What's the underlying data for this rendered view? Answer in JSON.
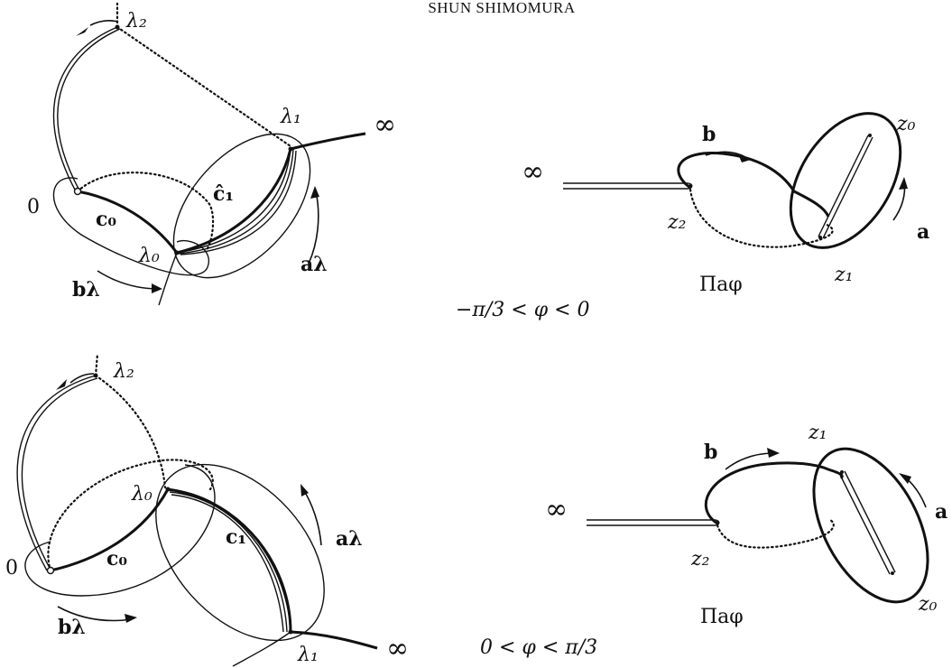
{
  "header": {
    "running_head": "SHUN SHIMOMURA"
  },
  "top_panel": {
    "left": {
      "label_lambda2": "λ₂",
      "label_lambda1": "λ₁",
      "label_lambda0": "λ₀",
      "label_zero": "0",
      "label_infinity": "∞",
      "label_c0": "c₀",
      "label_c1hat": "ĉ₁",
      "label_a_lambda": "aλ",
      "label_b_lambda": "bλ"
    },
    "right": {
      "label_infinity": "∞",
      "label_b": "b",
      "label_a": "a",
      "label_z0": "z₀",
      "label_z1": "z₁",
      "label_z2": "z₂",
      "label_pi": "Πaφ"
    },
    "condition": "−π/3 < φ < 0"
  },
  "bottom_panel": {
    "left": {
      "label_lambda2": "λ₂",
      "label_lambda1": "λ₁",
      "label_lambda0": "λ₀",
      "label_zero": "0",
      "label_infinity": "∞",
      "label_c0": "c₀",
      "label_c1": "c₁",
      "label_a_lambda": "aλ",
      "label_b_lambda": "bλ"
    },
    "right": {
      "label_infinity": "∞",
      "label_b": "b",
      "label_a": "a",
      "label_z0": "z₀",
      "label_z1": "z₁",
      "label_z2": "z₂",
      "label_pi": "Πaφ"
    },
    "condition": "0 < φ < π/3"
  }
}
